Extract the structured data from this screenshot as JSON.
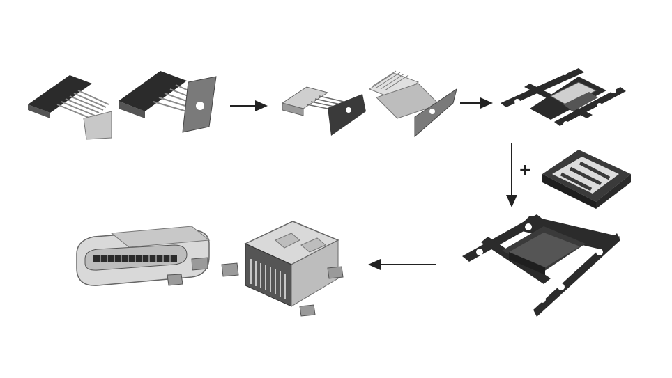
{
  "diagram": {
    "plus_sign": "+",
    "steps": [
      {
        "name": "stamped-terminal-rows"
      },
      {
        "name": "insert-molded-terminal-blocks"
      },
      {
        "name": "terminal-carrier-assembly"
      },
      {
        "name": "plastic-housing-part"
      },
      {
        "name": "overmolded-carrier-assembly"
      },
      {
        "name": "finished-usb-type-c-connectors"
      }
    ],
    "flow": [
      "right",
      "right",
      "down",
      "left"
    ],
    "colors": {
      "ink": "#2b2b2b",
      "mid": "#6e6e6e",
      "light": "#bdbdbd",
      "metal": "#d9d9d9",
      "background": "#ffffff"
    }
  }
}
